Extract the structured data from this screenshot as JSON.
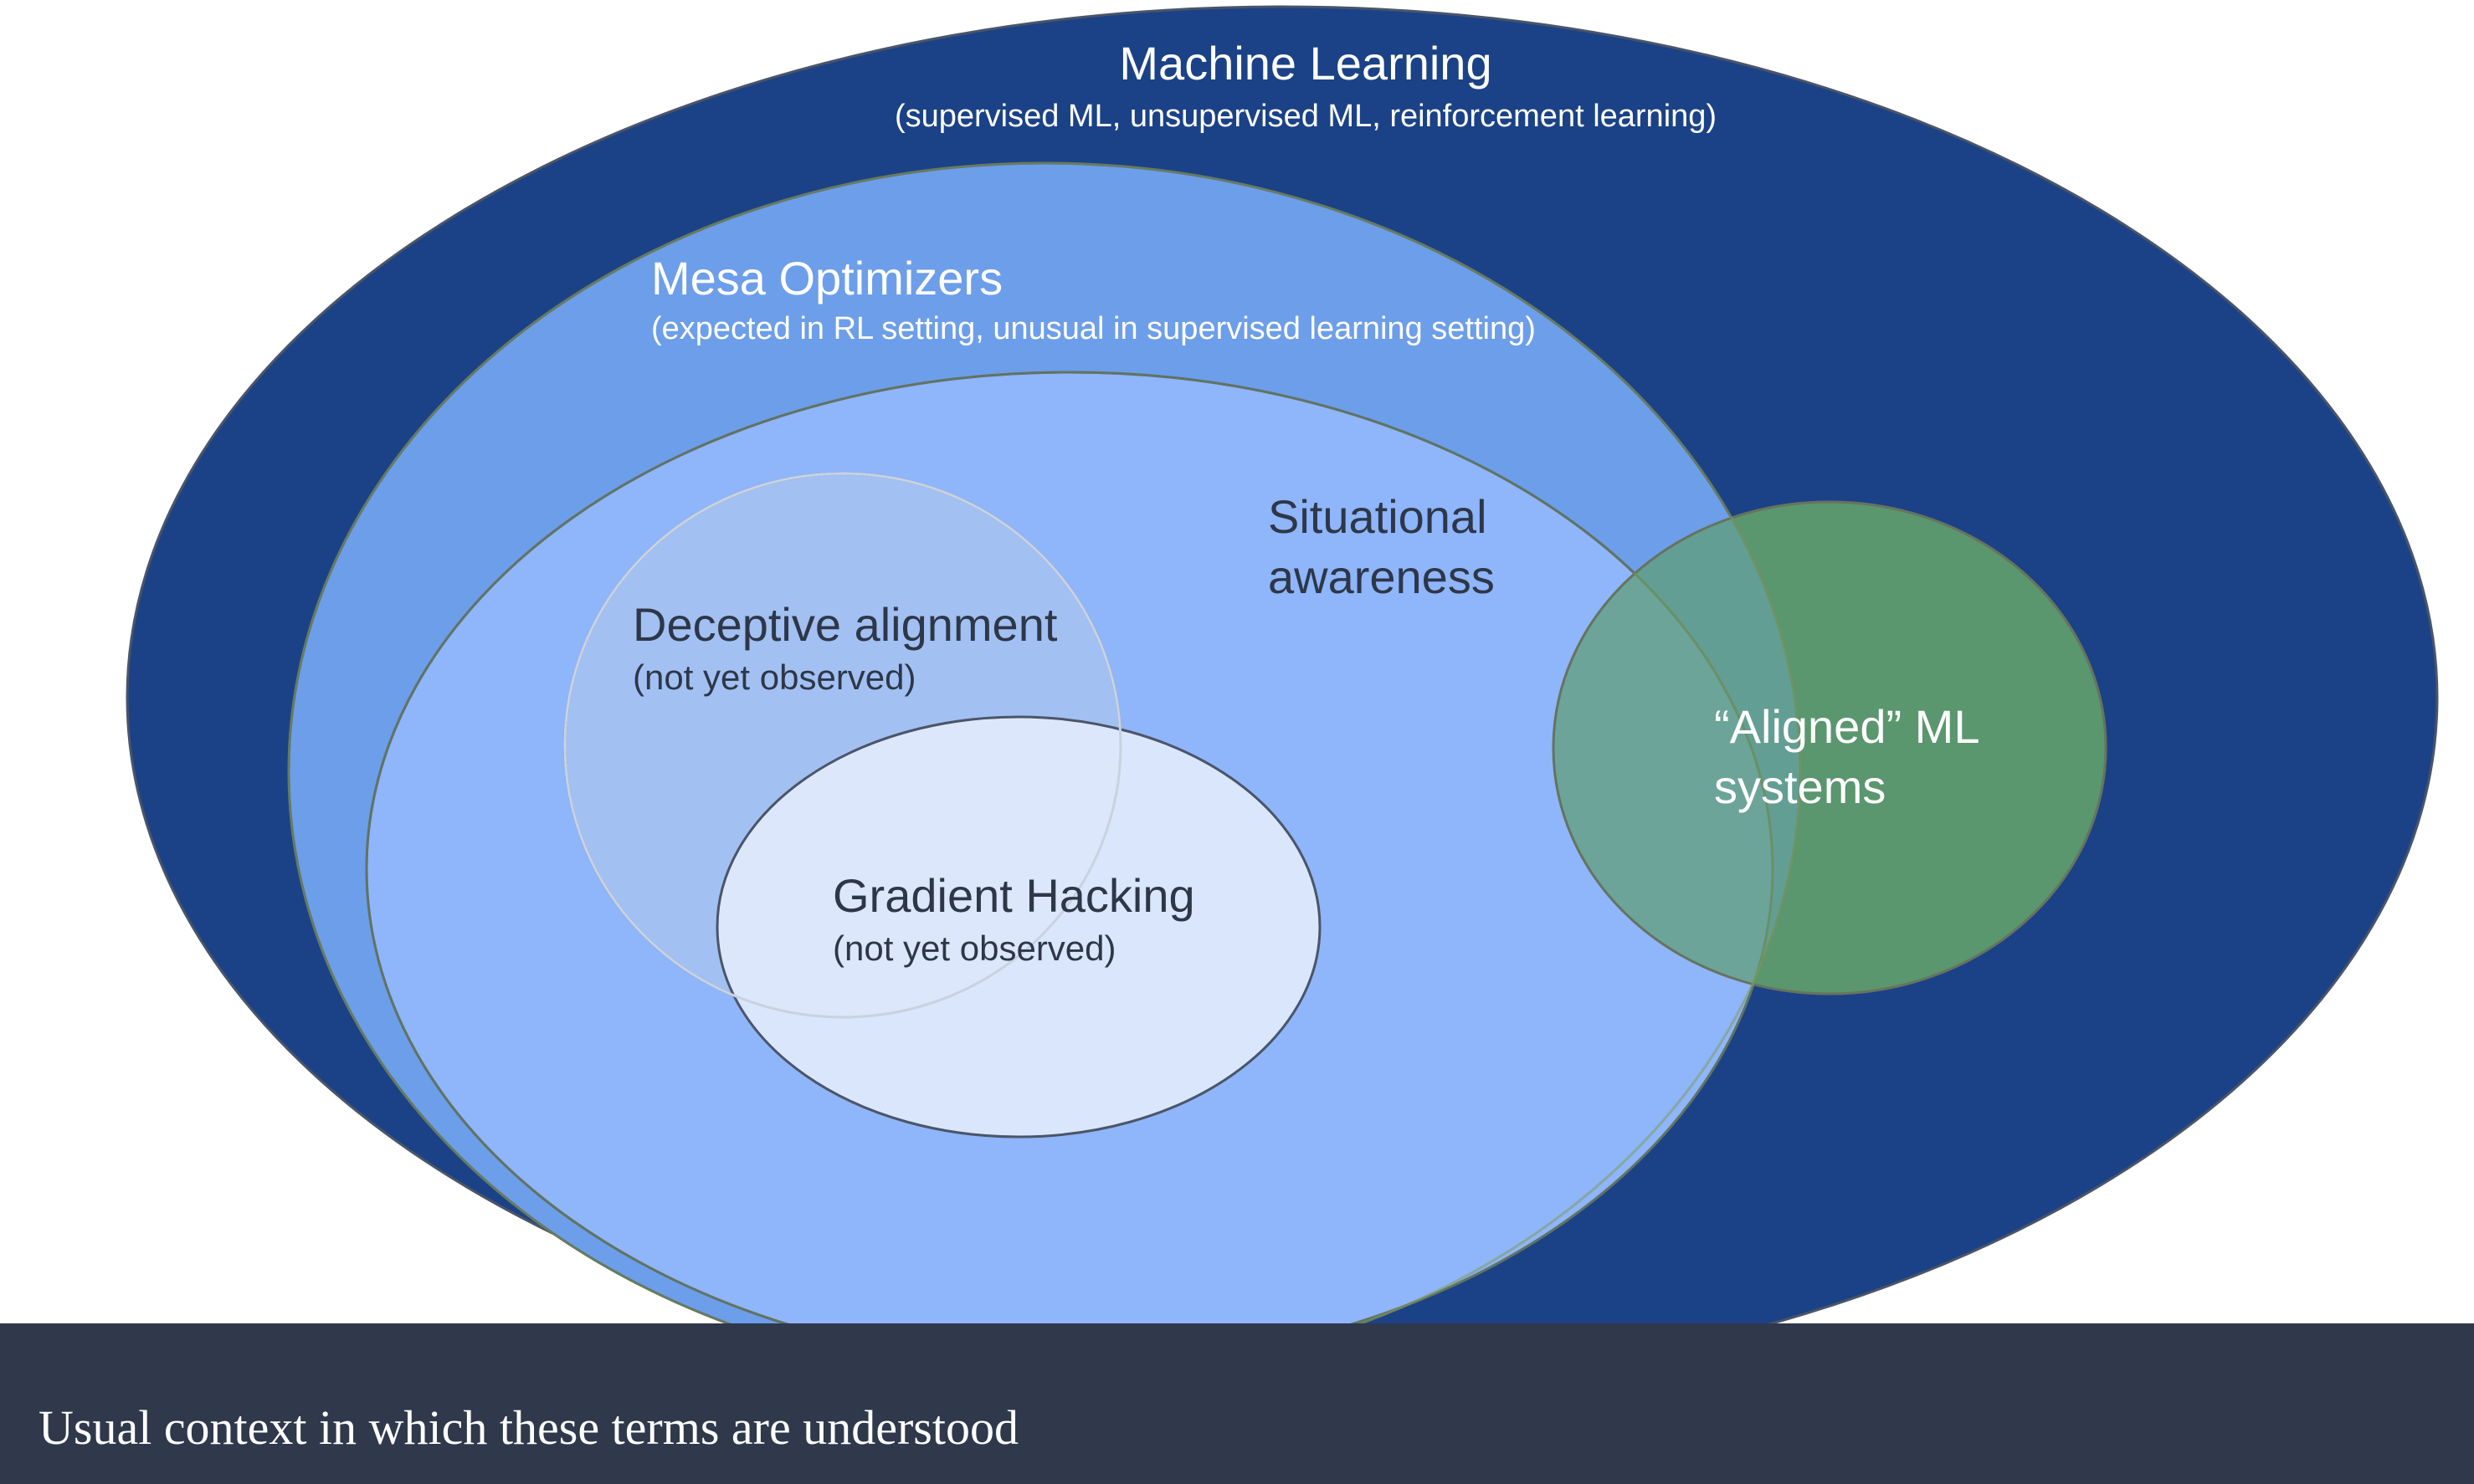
{
  "diagram": {
    "machine_learning": {
      "title": "Machine Learning",
      "subtitle": "(supervised ML, unsupervised ML, reinforcement learning)"
    },
    "mesa_optimizers": {
      "title": "Mesa Optimizers",
      "subtitle": "(expected in RL setting, unusual in supervised learning setting)"
    },
    "situational_awareness": {
      "line1": "Situational",
      "line2": "awareness"
    },
    "deceptive_alignment": {
      "title": "Deceptive alignment",
      "subtitle": "(not yet observed)"
    },
    "gradient_hacking": {
      "title": "Gradient Hacking",
      "subtitle": "(not yet observed)"
    },
    "aligned_ml": {
      "line1": "“Aligned” ML",
      "line2": "systems"
    }
  },
  "caption": "Usual context in which these terms are understood",
  "colors": {
    "machine_learning": "#1b4287",
    "mesa_optimizers": "#6d9ee9",
    "situational_awareness": "#8fb5fa",
    "deceptive_alignment": "#a3c0f3",
    "gradient_hacking": "#dde8f9",
    "aligned_ml": "#6fa783",
    "caption_bar": "#2f394b"
  }
}
